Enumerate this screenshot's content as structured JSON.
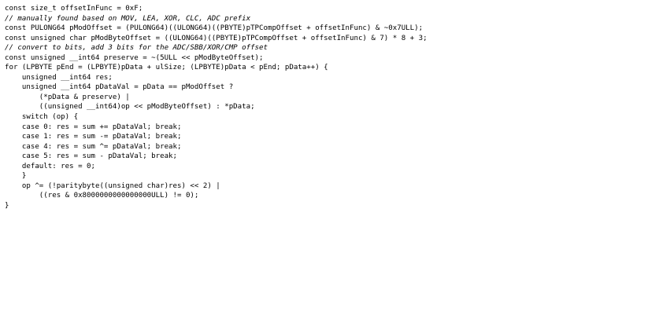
{
  "code": {
    "lines": [
      {
        "kind": "code",
        "parts": [
          {
            "t": "const size_t offsetInFunc = 0xF;"
          }
        ]
      },
      {
        "kind": "comment",
        "parts": [
          {
            "t": "// manually found based on MOV, LEA, XOR, CLC, ADC prefix"
          }
        ]
      },
      {
        "kind": "code",
        "parts": [
          {
            "t": "const PULONG64 pModOffset = (PULONG64)((ULONG64)((PBYTE)pTPCompOffset + offsetInFunc) & ~0x7ULL);"
          }
        ]
      },
      {
        "kind": "code",
        "parts": [
          {
            "t": "const unsigned char pModByteOffset = ((ULONG64)((PBYTE)pTPCompOffset + offsetInFunc) & 7) * 8 + 3;"
          }
        ]
      },
      {
        "kind": "comment",
        "parts": [
          {
            "t": "// convert to bits, add 3 bits for the ADC/SBB/XOR/CMP offset"
          }
        ]
      },
      {
        "kind": "code",
        "parts": [
          {
            "t": "const unsigned __int64 preserve = ~(5ULL << pModByteOffset);"
          }
        ]
      },
      {
        "kind": "code",
        "parts": [
          {
            "t": "for (LPBYTE pEnd = (LPBYTE)pData + ulSize; (LPBYTE)pData < pEnd; pData++) {"
          }
        ]
      },
      {
        "kind": "code",
        "parts": [
          {
            "t": "    unsigned __int64 res;"
          }
        ]
      },
      {
        "kind": "code",
        "parts": [
          {
            "t": "    unsigned __int64 pDataVal = pData == pModOffset ?"
          }
        ]
      },
      {
        "kind": "code",
        "parts": [
          {
            "t": "        (*pData & preserve) |"
          }
        ]
      },
      {
        "kind": "code",
        "parts": [
          {
            "t": "        ((unsigned __int64)op << pModByteOffset) : *pData;"
          }
        ]
      },
      {
        "kind": "code",
        "parts": [
          {
            "t": "    switch (op) {"
          }
        ]
      },
      {
        "kind": "code",
        "parts": [
          {
            "t": "    case 0: res = sum += pDataVal; break;"
          }
        ]
      },
      {
        "kind": "code",
        "parts": [
          {
            "t": "    case 1: res = sum -= pDataVal; break;"
          }
        ]
      },
      {
        "kind": "code",
        "parts": [
          {
            "t": "    case 4: res = sum ^= pDataVal; break;"
          }
        ]
      },
      {
        "kind": "code",
        "parts": [
          {
            "t": "    case 5: res = sum - pDataVal; break;"
          }
        ]
      },
      {
        "kind": "code",
        "parts": [
          {
            "t": "    default: res = 0;"
          }
        ]
      },
      {
        "kind": "code",
        "parts": [
          {
            "t": "    }"
          }
        ]
      },
      {
        "kind": "code",
        "parts": [
          {
            "t": "    op ^= (!paritybyte((unsigned char)res) << 2) |"
          }
        ]
      },
      {
        "kind": "code",
        "parts": [
          {
            "t": "        ((res & 0x8000000000000000ULL) != 0);"
          }
        ]
      },
      {
        "kind": "code",
        "parts": [
          {
            "t": "}"
          }
        ]
      }
    ]
  }
}
